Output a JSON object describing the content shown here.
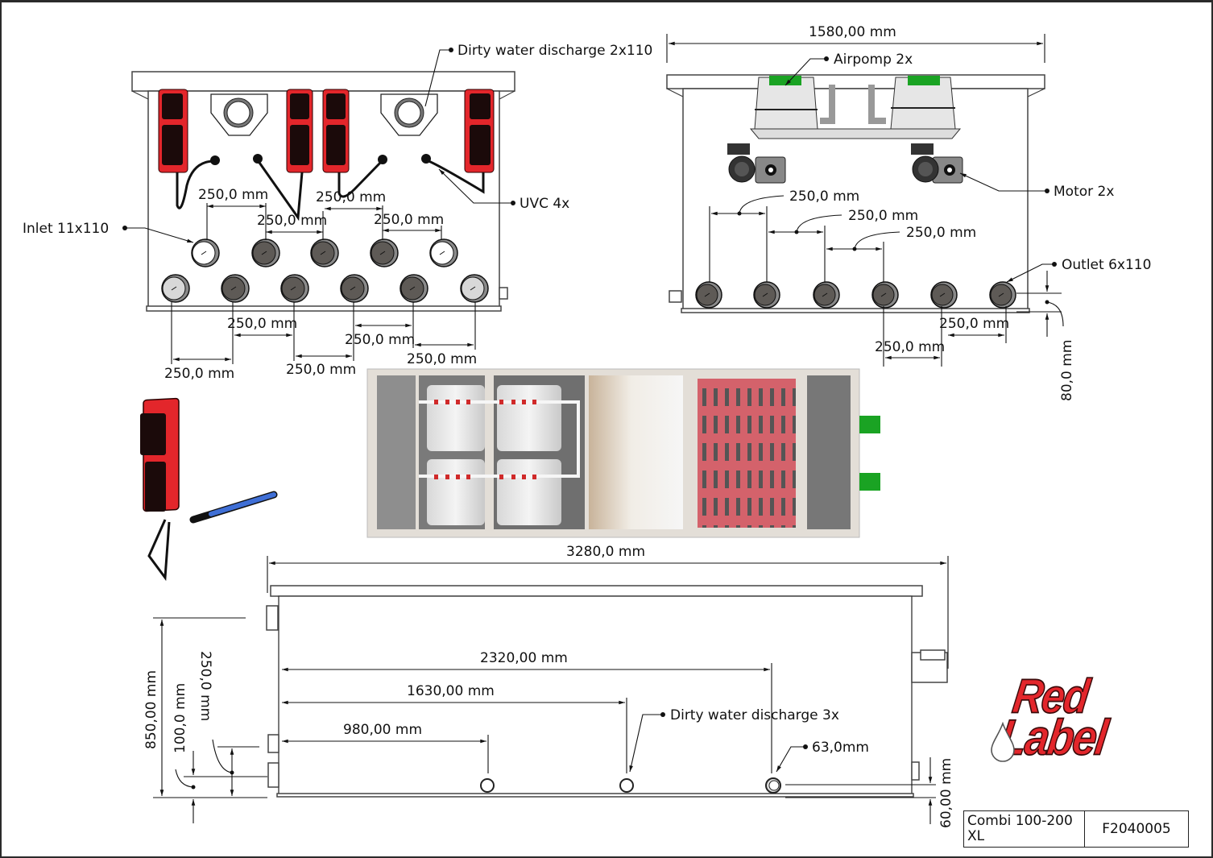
{
  "sheet": {
    "title_block": {
      "model": "Combi 100-200 XL",
      "drawing_number": "F2040005"
    },
    "logo": {
      "line1": "Red",
      "line2": "Label",
      "icon": "water-drop-icon",
      "color": "#e3262b"
    }
  },
  "front_view": {
    "labels": {
      "dirty_water_discharge": "Dirty water discharge 2x110",
      "uvc": "UVC 4x",
      "inlet": "Inlet 11x110"
    },
    "dimensions": {
      "upper_row": [
        "250,0 mm",
        "250,0 mm",
        "250,0 mm",
        "250,0 mm"
      ],
      "lower_row": [
        "250,0 mm",
        "250,0 mm",
        "250,0 mm",
        "250,0 mm",
        "250,0 mm"
      ]
    },
    "uvc_units": 4,
    "inlet_row_top": [
      "white",
      "grey",
      "grey",
      "grey",
      "white"
    ],
    "inlet_row_bottom": [
      "half",
      "grey",
      "grey",
      "grey",
      "grey",
      "half"
    ]
  },
  "rear_view": {
    "width_dimension": "1580,00 mm",
    "labels": {
      "airpomp": "Airpomp 2x",
      "motor": "Motor 2x",
      "outlet": "Outlet 6x110"
    },
    "dimensions": {
      "upper": [
        "250,0 mm",
        "250,0 mm",
        "250,0 mm"
      ],
      "lower": [
        "250,0 mm",
        "250,0 mm"
      ],
      "outlet_height": "80,0 mm"
    },
    "accent_green": "#1aa323"
  },
  "top_view": {
    "chambers": [
      "inlet",
      "drum-filter-1",
      "drum-filter-2",
      "moving-bed-media",
      "bio-matrix",
      "pump-chamber"
    ],
    "accent_red": "#c94a52"
  },
  "side_view": {
    "length_dimension": "3280,0 mm",
    "dimensions": {
      "d2320": "2320,00 mm",
      "d1630": "1630,00 mm",
      "d980": "980,00 mm",
      "height": "850,00 mm",
      "h100": "100,0 mm",
      "h250": "250,0 mm",
      "h60": "60,00 mm"
    },
    "labels": {
      "dirty_water_discharge": "Dirty water discharge 3x",
      "diameter": "63,0mm"
    }
  },
  "uvc_detail": {
    "name": "UVC lamp unit"
  }
}
